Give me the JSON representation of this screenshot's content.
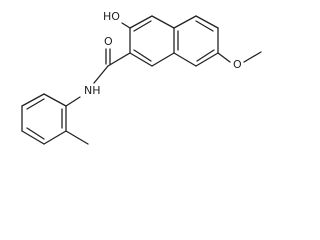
{
  "molecule": {
    "labels": {
      "hydroxyl": "HO",
      "oxygen_carbonyl": "O",
      "oxygen_methoxy": "O",
      "amine": "NH"
    },
    "colors": {
      "bond": "#222222",
      "text": "#222222",
      "background": "#ffffff"
    }
  }
}
